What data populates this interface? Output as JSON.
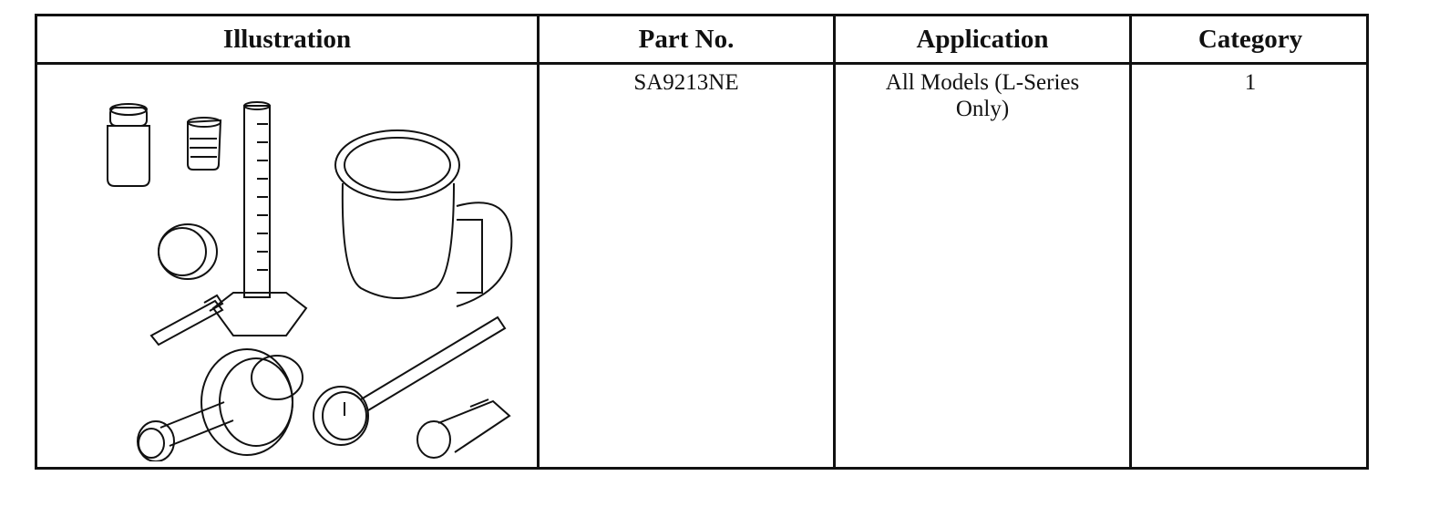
{
  "table": {
    "headers": {
      "illustration": "Illustration",
      "part_no": "Part No.",
      "application": "Application",
      "category": "Category"
    },
    "row": {
      "part_no": "SA9213NE",
      "application": "All Models (L-Series Only)",
      "category": "1"
    }
  }
}
